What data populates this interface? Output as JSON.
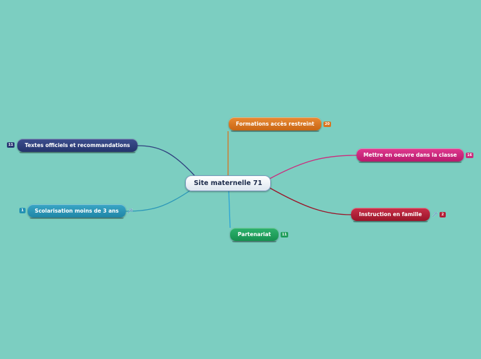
{
  "map": {
    "central": "Site maternelle 71",
    "branches": [
      {
        "id": "textes",
        "label": "Textes officiels et recommandations",
        "count": "11",
        "color": "#2f3f7e"
      },
      {
        "id": "scolar",
        "label": "Scolarisation moins de 3 ans",
        "count": "1",
        "color": "#2b97b8",
        "icon": "link-arrow-icon"
      },
      {
        "id": "forma",
        "label": "Formations accès restreint",
        "count": "20",
        "color": "#d9731e"
      },
      {
        "id": "mettre",
        "label": "Mettre en oeuvre dans la classe",
        "count": "16",
        "color": "#cc2a7c"
      },
      {
        "id": "instr",
        "label": "Instruction en famille",
        "count": "2",
        "color": "#b21f37",
        "icon": "link-arrow-icon"
      },
      {
        "id": "parten",
        "label": "Partenariat",
        "count": "11",
        "color": "#1f9d5b"
      }
    ]
  }
}
